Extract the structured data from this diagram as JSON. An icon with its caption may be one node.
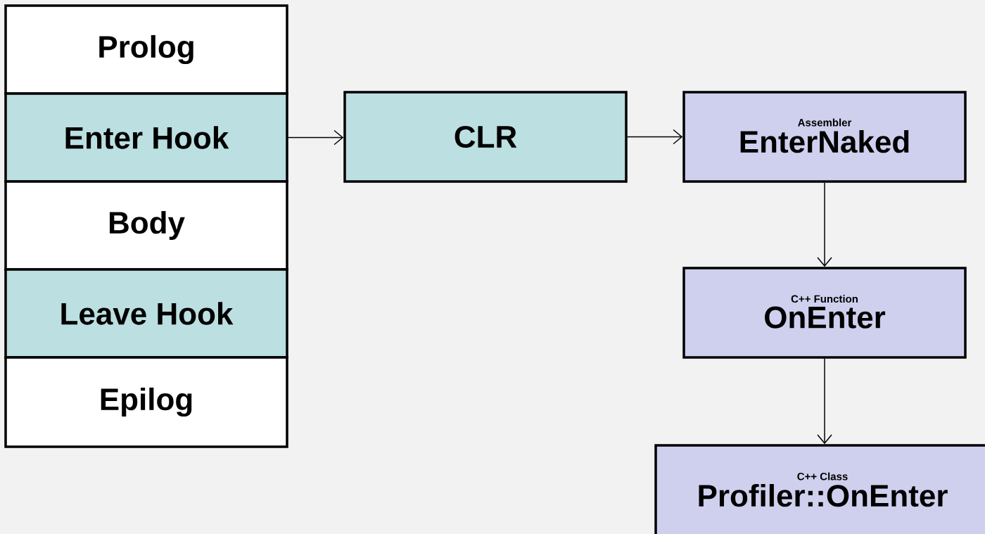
{
  "diagram": {
    "nodes": [
      {
        "text": [
          "Prolog"
        ]
      },
      {
        "text": [
          "Enter Hook"
        ]
      },
      {
        "text": [
          "Body"
        ]
      },
      {
        "text": [
          "Leave Hook"
        ]
      },
      {
        "text": [
          "Epilog"
        ]
      },
      {
        "text": [
          "CLR"
        ]
      },
      {
        "text": [
          "Assembler",
          "EnterNaked"
        ]
      },
      {
        "text": [
          "C++ Function",
          "OnEnter"
        ]
      },
      {
        "text": [
          "C++ Class",
          "Profiler::OnEnter"
        ]
      }
    ],
    "edges": [
      {
        "from": 1,
        "to": 5,
        "arrow": "to"
      },
      {
        "from": 5,
        "to": 6,
        "arrow": "to"
      },
      {
        "from": 6,
        "to": 7,
        "arrow": "to"
      },
      {
        "from": 7,
        "to": 8,
        "arrow": "to"
      }
    ]
  }
}
